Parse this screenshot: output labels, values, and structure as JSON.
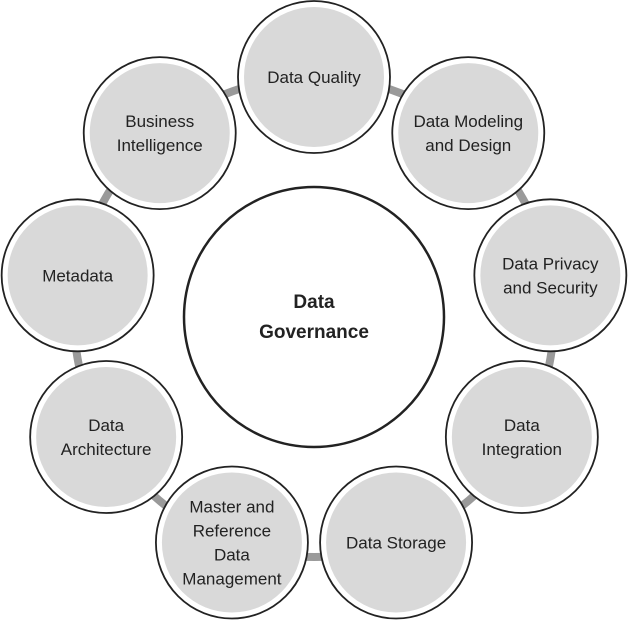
{
  "center": {
    "lines": [
      "Data",
      "Governance"
    ]
  },
  "nodes": [
    {
      "lines": [
        "Data Quality"
      ]
    },
    {
      "lines": [
        "Data Modeling",
        "and Design"
      ]
    },
    {
      "lines": [
        "Data Privacy",
        "and Security"
      ]
    },
    {
      "lines": [
        "Data",
        "Integration"
      ]
    },
    {
      "lines": [
        "Data Storage"
      ]
    },
    {
      "lines": [
        "Master and",
        "Reference",
        "Data",
        "Management"
      ]
    },
    {
      "lines": [
        "Data",
        "Architecture"
      ]
    },
    {
      "lines": [
        "Metadata"
      ]
    },
    {
      "lines": [
        "Business",
        "Intelligence"
      ]
    }
  ],
  "colors": {
    "node_fill": "#d9d9d9",
    "connector": "#9a9a9a",
    "outline": "#222222"
  }
}
